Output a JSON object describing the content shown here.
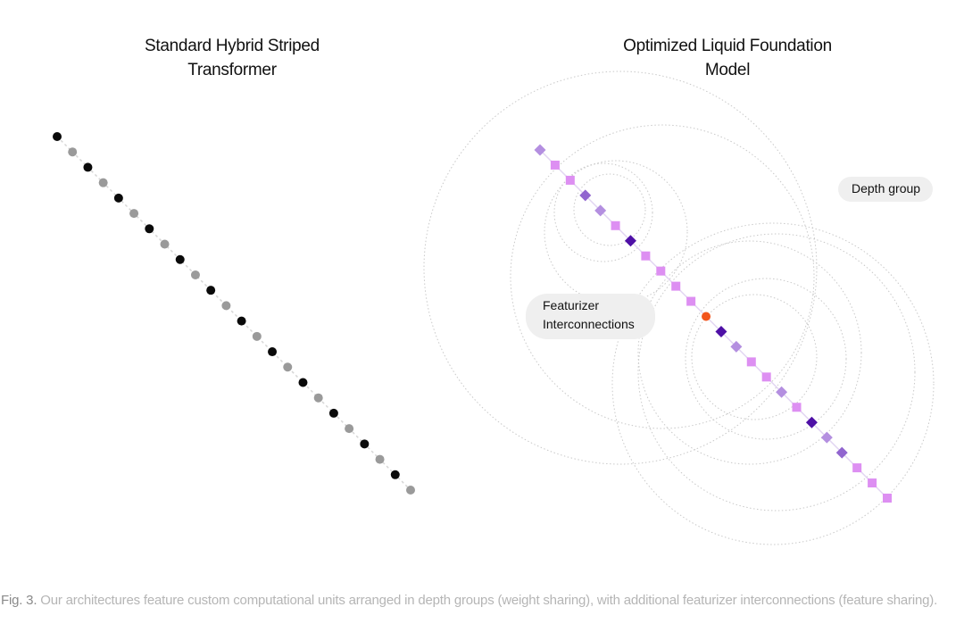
{
  "left_panel": {
    "title": "Standard Hybrid Striped\nTransformer",
    "units": [
      "black",
      "gray",
      "black",
      "gray",
      "black",
      "gray",
      "black",
      "gray",
      "black",
      "gray",
      "black",
      "gray",
      "black",
      "gray",
      "black",
      "gray",
      "black",
      "gray",
      "black",
      "gray",
      "black",
      "gray",
      "black",
      "gray"
    ]
  },
  "right_panel": {
    "title": "Optimized Liquid Foundation\nModel",
    "units": [
      {
        "shape": "diamond",
        "color": "#b48fe0"
      },
      {
        "shape": "square",
        "color": "#dd8ff2"
      },
      {
        "shape": "square",
        "color": "#dd8ff2"
      },
      {
        "shape": "diamond",
        "color": "#9165cf"
      },
      {
        "shape": "diamond",
        "color": "#b48fe0"
      },
      {
        "shape": "square",
        "color": "#dd8ff2"
      },
      {
        "shape": "diamond",
        "color": "#4e10a6"
      },
      {
        "shape": "square",
        "color": "#dd8ff2"
      },
      {
        "shape": "square",
        "color": "#dd8ff2"
      },
      {
        "shape": "square",
        "color": "#dd8ff2"
      },
      {
        "shape": "square",
        "color": "#dd8ff2"
      },
      {
        "shape": "circle",
        "color": "#f2541c"
      },
      {
        "shape": "diamond",
        "color": "#4e10a6"
      },
      {
        "shape": "diamond",
        "color": "#b48fe0"
      },
      {
        "shape": "square",
        "color": "#dd8ff2"
      },
      {
        "shape": "square",
        "color": "#dd8ff2"
      },
      {
        "shape": "diamond",
        "color": "#b48fe0"
      },
      {
        "shape": "square",
        "color": "#dd8ff2"
      },
      {
        "shape": "diamond",
        "color": "#4e10a6"
      },
      {
        "shape": "diamond",
        "color": "#b48fe0"
      },
      {
        "shape": "diamond",
        "color": "#9165cf"
      },
      {
        "shape": "square",
        "color": "#dd8ff2"
      },
      {
        "shape": "square",
        "color": "#dd8ff2"
      },
      {
        "shape": "square",
        "color": "#dd8ff2"
      }
    ],
    "labels": {
      "depth_group": "Depth group",
      "featurizer": "Featurizer Interconnections"
    }
  },
  "caption": {
    "label": "Fig. 3.",
    "text": " Our architectures feature custom computational units arranged in depth groups (weight sharing), with additional featurizer interconnections (feature sharing)."
  },
  "colors": {
    "black_unit": "#0a0a0a",
    "gray_unit": "#9a9a9a",
    "arc": "#c9c9c9",
    "caption": "#b5b5b5"
  }
}
